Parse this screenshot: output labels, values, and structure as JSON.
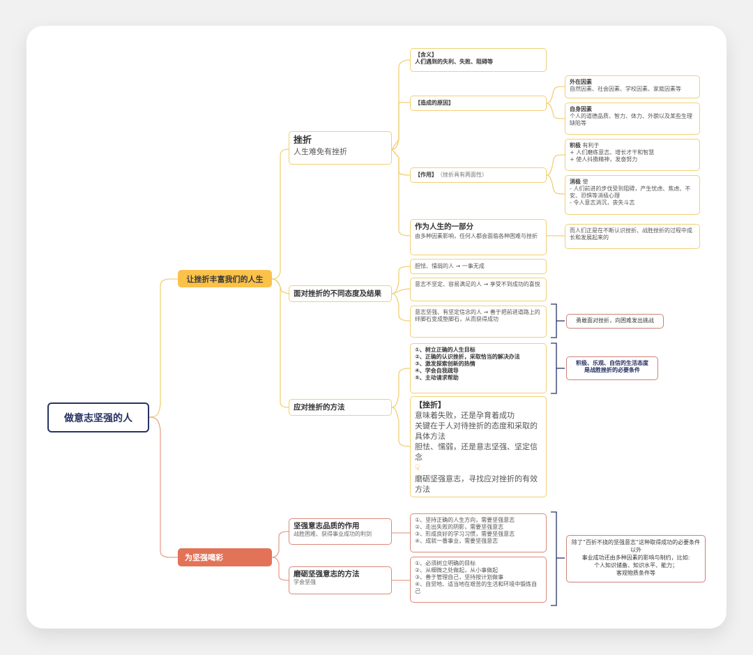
{
  "root": "做意志坚强的人",
  "branch1": {
    "label": "让挫折丰富我们的人生",
    "cuozhe": {
      "title": "挫折",
      "subtitle": "人生难免有挫折",
      "hanyi": {
        "title": "【含义】",
        "text": "人们遇到的失利、失败、阻碍等"
      },
      "yuanyin": {
        "title": "【造成的原因】",
        "outer": {
          "title": "外在因素",
          "text": "自然因素、社会因素、学校因素、家庭因素等"
        },
        "inner": {
          "title": "自身因素",
          "text": "个人的道德品质、智力、体力、外貌以及某些生理缺陷等"
        }
      },
      "zuoyong": {
        "title": "【作用】",
        "note": "（挫折具有两面性）",
        "positive": {
          "title": "积极",
          "suffix": "有利于",
          "lines": [
            "+ 人们磨练意志、增长才干和智慧",
            "+ 使人抖擞精神，发奋努力"
          ]
        },
        "negative": {
          "title": "消极",
          "suffix": "使",
          "lines": [
            "- 人们前进的步伐受到阻碍，产生忧虑、焦虑、不安、恐惧等消极心理",
            "- 令人意志消沉，丧失斗志"
          ]
        }
      },
      "part": {
        "title": "作为人生的一部分",
        "text": "由多种因素影响，任何人都会面临各种困难与挫折",
        "note": "而人们正是在不断认识挫折、战胜挫折的过程中成长和发展起来的"
      }
    },
    "taidu": {
      "title": "面对挫折的不同态度及结果",
      "items": [
        "胆怯、懦弱的人 → 一事无成",
        "意志不坚定、容易满足的人 → 享受不到成功的喜悦",
        "意志坚强、有坚定信念的人 → 善于把前进道路上的绊脚石变成垫脚石，从而获得成功"
      ],
      "callout": "勇敢面对挫折，向困难发出挑战"
    },
    "fangfa": {
      "title": "应对挫折的方法",
      "list": [
        "①、树立正确的人生目标",
        "②、正确的认识挫折，采取恰当的解决办法",
        "③、激发探索创新的热情",
        "④、学会自我疏导",
        "⑤、主动请求帮助"
      ],
      "callout": [
        "积极、乐观、自信的生活态度",
        "是战胜挫折的必要条件"
      ],
      "summary": {
        "title": "【挫折】",
        "lines": [
          "意味着失败，还是孕育着成功",
          "关键在于人对待挫折的态度和采取的具体方法",
          "胆怯、懦弱，还是意志坚强、坚定信念"
        ],
        "last": "磨砺坚强意志，寻找应对挫折的有效方法"
      }
    }
  },
  "branch2": {
    "label": "为坚强喝彩",
    "role": {
      "title": "坚强意志品质的作用",
      "subtitle": "战胜困难、获得事业成功的利剑",
      "list": [
        "①、坚持正确的人生方向，需要坚强意志",
        "②、走出失败的阴影，需要坚强意志",
        "③、形成良好的学习习惯，需要坚强意志",
        "④、成就一番事业，需要坚强意志"
      ]
    },
    "method": {
      "title": "磨砺坚强意志的方法",
      "subtitle": "学会坚强",
      "list": [
        "①、必须树立明确的目标",
        "②、从细微之处做起，从小事做起",
        "③、善于管理自己，坚持按计划做事",
        "④、自觉地、适当地在艰苦的生活和环境中锻炼自己"
      ]
    },
    "callout": [
      "除了“百折不挠的坚强意志”这种取得成功的必要条件以外",
      "事业成功还由多种因素的影响与制约，比如:",
      "个人知识储备、知识水平、能力；",
      "客观物质条件等"
    ]
  },
  "colors": {
    "navy": "#273163",
    "yellow": "#fbc24a",
    "orange": "#e27358",
    "border_yellow": "#f1cf73",
    "border_red": "#d9897a"
  }
}
